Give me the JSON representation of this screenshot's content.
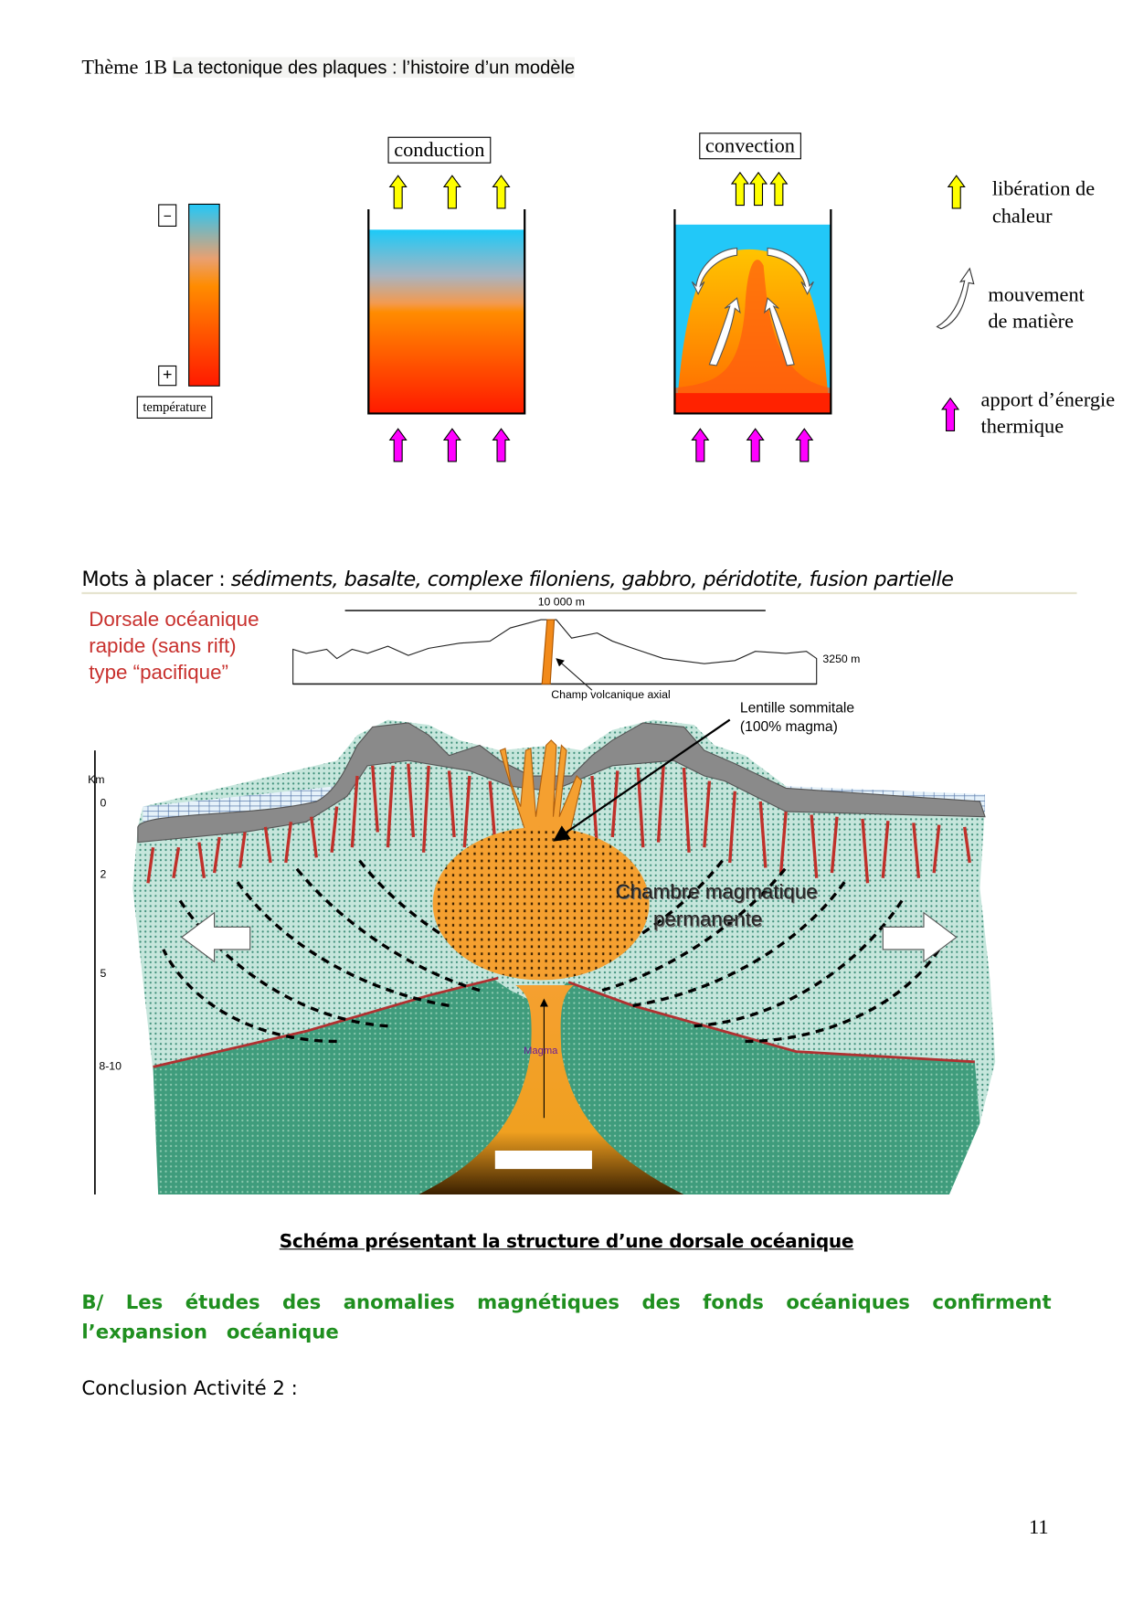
{
  "header": {
    "theme": "Thème 1B",
    "title": "La tectonique des plaques : l’histoire d’un modèle"
  },
  "heat_figure": {
    "scale": {
      "minus": "−",
      "plus": "+",
      "label": "température"
    },
    "conduction_label": "conduction",
    "convection_label": "convection",
    "legend": [
      {
        "icon": "yellow-arrow-icon",
        "line1": "libération de",
        "line2": "chaleur",
        "color": "#ffff00"
      },
      {
        "icon": "curved-white-arrow-icon",
        "line1": "mouvement",
        "line2": "de matière",
        "color": "#ffffff"
      },
      {
        "icon": "magenta-arrow-icon",
        "line1": "apport d’énergie",
        "line2": "thermique",
        "color": "#ff00ff"
      }
    ]
  },
  "words": {
    "label": "Mots à placer :",
    "list": "sédiments, basalte, complexe filoniens, gabbro, péridotite, fusion partielle"
  },
  "ridge_diagram": {
    "title_lines": [
      "Dorsale océanique",
      "rapide (sans rift)",
      "type “pacifique”"
    ],
    "profile_scale": "10 000 m",
    "profile_depth": "3250 m",
    "profile_annotation": "Champ volcanique axial",
    "lens_label_1": "Lentille sommitale",
    "lens_label_2": "(100% magma)",
    "chamber_label_1": "Chambre magmatique",
    "chamber_label_2": "permanente",
    "magma_label": "Magma",
    "axis_unit": "Km",
    "axis_ticks": [
      "0",
      "2",
      "5",
      "8-10"
    ]
  },
  "caption": "Schéma présentant la structure d’une dorsale océanique",
  "section_b": "B/ Les études des anomalies magnétiques des fonds océaniques confirment l’expansion océanique",
  "conclusion": "Conclusion Activité 2 :",
  "page_number": "11"
}
